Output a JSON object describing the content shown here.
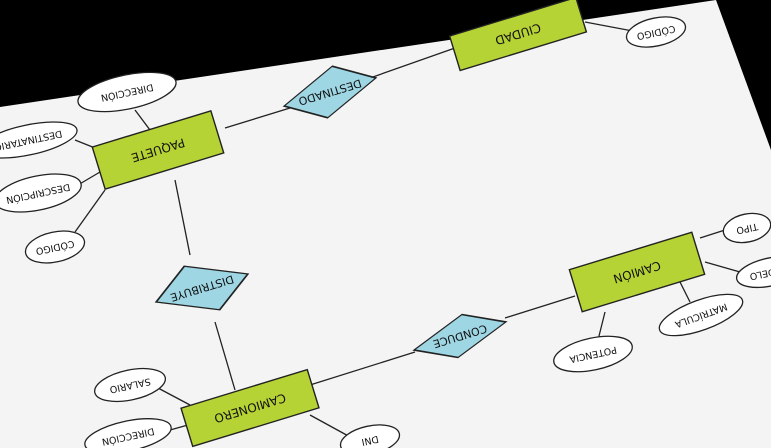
{
  "diagram": {
    "type": "entity-relationship",
    "entities": {
      "paquete": "PAQUETE",
      "ciudad": "CIUDAD",
      "camion": "CAMIÓN",
      "camionero": "CAMIONERO"
    },
    "relationships": {
      "destinado": "DESTINADO",
      "distribuye": "DISTRIBUYE",
      "conduce": "CONDUCE"
    },
    "attributes": {
      "paquete_direccion": "DIRECCIÓN",
      "paquete_destinatario": "DESTINATARIO",
      "paquete_descripcion": "DESCRIPCIÓN",
      "paquete_codigo": "CÓDIGO",
      "ciudad_codigo": "CÓDIGO",
      "camion_tipo": "TIPO",
      "camion_modelo": "MODELO",
      "camion_matricula": "MATRÍCULA",
      "camion_potencia": "POTENCIA",
      "camionero_salario": "SALARIO",
      "camionero_direccion": "DIRECCIÓN",
      "camionero_dni": "DNI"
    },
    "colors": {
      "entity_fill": "#b5d334",
      "relationship_fill": "#9ed6e4",
      "attribute_fill": "#ffffff",
      "paper": "#f4f4f4",
      "background": "#000000"
    }
  }
}
